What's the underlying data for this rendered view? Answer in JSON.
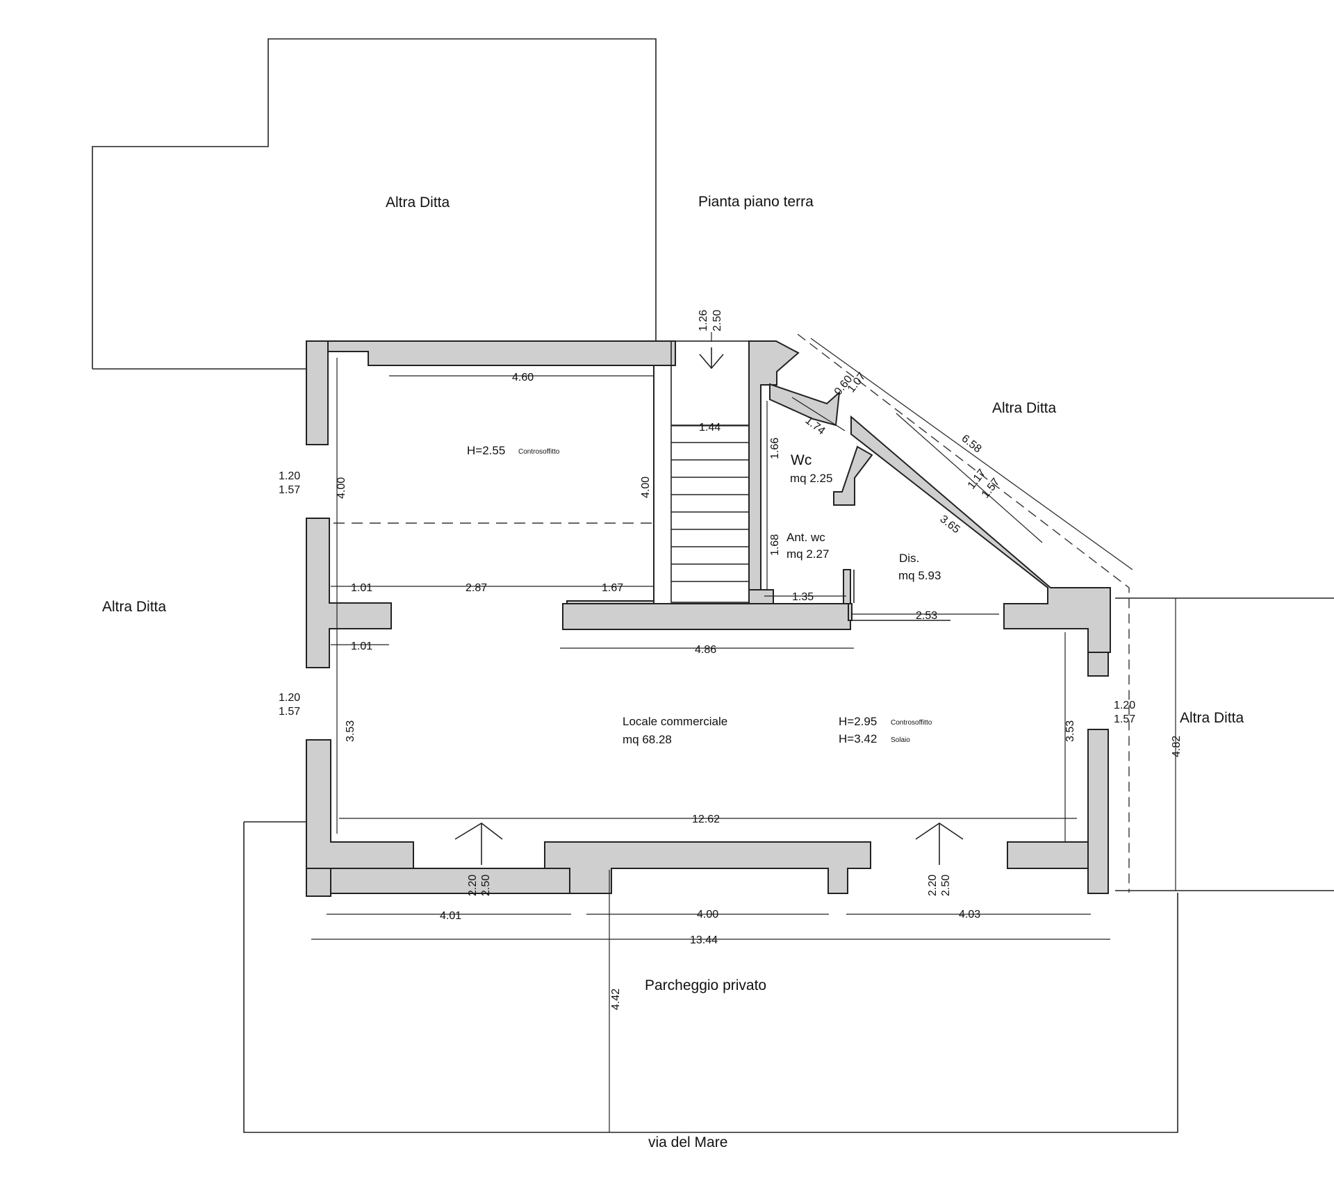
{
  "title": "Pianta piano terra",
  "neighbors": {
    "top": "Altra Ditta",
    "left": "Altra Ditta",
    "right_top": "Altra Ditta",
    "right": "Altra Ditta"
  },
  "areas": {
    "parking": "Parcheggio privato",
    "street": "via del Mare"
  },
  "rooms": {
    "upper_room": {
      "height": "H=2.55",
      "height_note": "Controsoffitto"
    },
    "wc": {
      "name": "Wc",
      "area": "mq 2.25"
    },
    "ant_wc": {
      "name": "Ant. wc",
      "area": "mq 2.27"
    },
    "dis": {
      "name": "Dis.",
      "area": "mq 5.93"
    },
    "locale": {
      "name": "Locale commerciale",
      "area": "mq 68.28",
      "height1": "H=2.95",
      "height1_note": "Controsoffitto",
      "height2": "H=3.42",
      "height2_note": "Solaio"
    }
  },
  "dimensions": {
    "d460": "4.60",
    "d144": "1.44",
    "d400a": "4.00",
    "d400b": "4.00",
    "d101a": "1.01",
    "d287": "2.87",
    "d167": "1.67",
    "d101b": "1.01",
    "d486": "4.86",
    "d135": "1.35",
    "d253": "2.53",
    "d166": "1.66",
    "d168": "1.68",
    "d174": "1.74",
    "d060": "0.60",
    "d107": "1.07",
    "d658": "6.58",
    "d117": "1.17",
    "d157d": "1.57",
    "d365": "3.65",
    "d126": "1.26",
    "d250top": "2.50",
    "w120a": "1.20",
    "w157a": "1.57",
    "w120b": "1.20",
    "w157b": "1.57",
    "w120c": "1.20",
    "w157c": "1.57",
    "d353a": "3.53",
    "d353b": "3.53",
    "d482": "4.82",
    "d1262": "12.62",
    "d220a": "2.20",
    "d250a": "2.50",
    "d220b": "2.20",
    "d250b": "2.50",
    "d401": "4.01",
    "d400c": "4.00",
    "d403": "4.03",
    "d1344": "13.44",
    "d442": "4.42"
  }
}
